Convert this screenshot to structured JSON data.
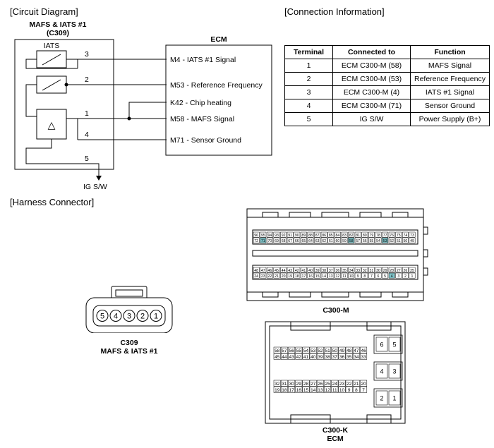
{
  "circuit": {
    "heading": "[Circuit Diagram]",
    "sensor_name": "MAFS & IATS #1",
    "sensor_connector": "(C309)",
    "iats_label": "IATS",
    "ecm_label": "ECM",
    "pins": [
      "3",
      "2",
      "1",
      "4",
      "5"
    ],
    "signals": [
      "M4 - IATS #1 Signal",
      "M53 - Reference Frequency",
      "K42 - Chip heating",
      "M58 - MAFS Signal",
      "M71 - Sensor Ground"
    ],
    "ig_label": "IG S/W",
    "maf_symbol": "△"
  },
  "connection": {
    "heading": "[Connection Information]",
    "headers": [
      "Terminal",
      "Connected to",
      "Function"
    ],
    "rows": [
      [
        "1",
        "ECM C300-M (58)",
        "MAFS Signal"
      ],
      [
        "2",
        "ECM C300-M (53)",
        "Reference Frequency"
      ],
      [
        "3",
        "ECM C300-M (4)",
        "IATS #1 Signal"
      ],
      [
        "4",
        "ECM C300-M (71)",
        "Sensor Ground"
      ],
      [
        "5",
        "IG S/W",
        "Power Supply (B+)"
      ]
    ]
  },
  "harness": {
    "heading": "[Harness Connector]",
    "c309_pins": [
      "5",
      "4",
      "3",
      "2",
      "1"
    ],
    "c309_label": "C309",
    "c309_sub": "MAFS & IATS #1",
    "c300m_label": "C300-M",
    "c300m_rows": [
      [
        "96",
        "95",
        "94",
        "93",
        "92",
        "91",
        "90",
        "89",
        "88",
        "87",
        "86",
        "85",
        "84",
        "83",
        "82",
        "81",
        "80",
        "79",
        "78",
        "77",
        "76",
        "75",
        "74",
        "73"
      ],
      [
        "72",
        "71",
        "70",
        "69",
        "68",
        "67",
        "66",
        "65",
        "64",
        "63",
        "62",
        "61",
        "60",
        "59",
        "58",
        "57",
        "56",
        "55",
        "54",
        "53",
        "52",
        "51",
        "50",
        "49"
      ],
      [
        "48",
        "47",
        "46",
        "45",
        "44",
        "43",
        "42",
        "41",
        "40",
        "39",
        "38",
        "37",
        "36",
        "35",
        "34",
        "33",
        "32",
        "31",
        "30",
        "29",
        "28",
        "27",
        "26",
        "25"
      ],
      [
        "24",
        "23",
        "22",
        "21",
        "20",
        "19",
        "18",
        "17",
        "16",
        "15",
        "14",
        "13",
        "12",
        "11",
        "10",
        "9",
        "8",
        "7",
        "6",
        "5",
        "4",
        "3",
        "2",
        "1"
      ]
    ],
    "c300m_highlight": [
      "71",
      "58",
      "53",
      "4"
    ],
    "c300k_label": "C300-K",
    "c300k_sub": "ECM",
    "c300k_rows": [
      [
        "58",
        "57",
        "56",
        "55",
        "54",
        "53",
        "52",
        "51",
        "50",
        "49",
        "48",
        "47",
        "46"
      ],
      [
        "45",
        "44",
        "43",
        "42",
        "41",
        "40",
        "39",
        "38",
        "37",
        "36",
        "35",
        "34",
        "33"
      ],
      [
        "32",
        "31",
        "30",
        "29",
        "28",
        "27",
        "26",
        "25",
        "24",
        "23",
        "22",
        "21",
        "20"
      ],
      [
        "19",
        "18",
        "17",
        "16",
        "15",
        "14",
        "13",
        "12",
        "11",
        "10",
        "9",
        "8",
        "7"
      ]
    ],
    "c300k_side": [
      [
        "6",
        "5"
      ],
      [
        "4",
        "3"
      ],
      [
        "2",
        "1"
      ]
    ]
  }
}
